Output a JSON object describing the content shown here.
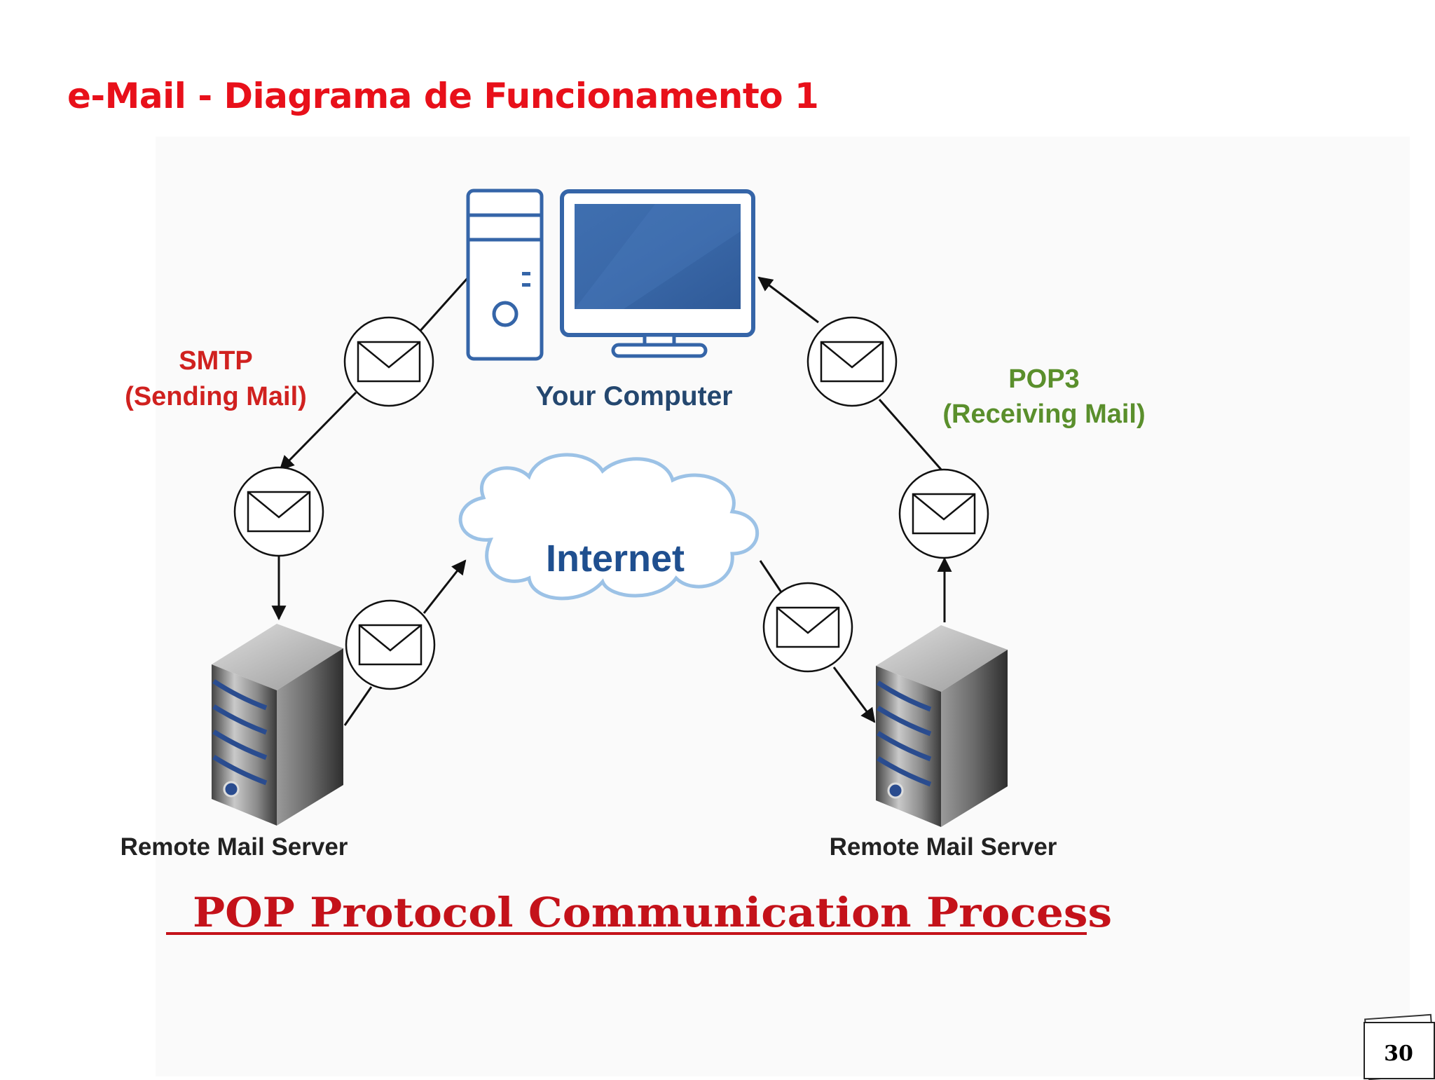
{
  "title": "e-Mail - Diagrama de Funcionamento 1",
  "diagram": {
    "computer_label": "Your Computer",
    "smtp_label": "SMTP",
    "smtp_sublabel": "(Sending Mail)",
    "pop3_label": "POP3",
    "pop3_sublabel": "(Receiving Mail)",
    "internet_label": "Internet",
    "left_server_label": "Remote Mail Server",
    "right_server_label": "Remote Mail Server",
    "caption": "POP Protocol Communication Process"
  },
  "colors": {
    "title": "#e8101a",
    "smtp": "#d0211f",
    "pop3": "#5a8f2c",
    "internet_text": "#1f4f8f",
    "computer_blue": "#3565a8",
    "cloud_stroke": "#9cc2e6",
    "caption": "#c4121a"
  },
  "page_number": "30"
}
